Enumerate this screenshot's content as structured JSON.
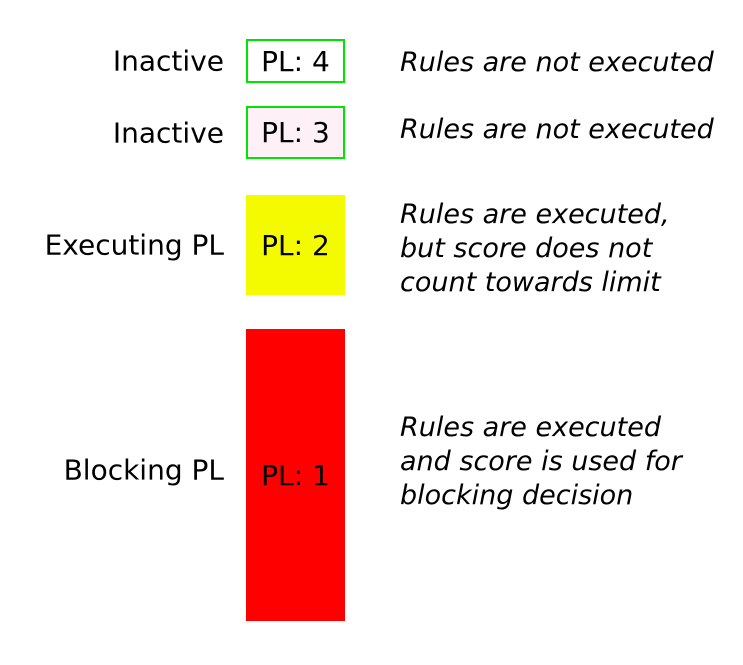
{
  "colors": {
    "background": "#ffffff",
    "text": "#000000",
    "inactive_border_green": "#00e400",
    "pl4_fill": "#ffffff",
    "pl3_fill": "#fdf0f6",
    "executing_yellow": "#f4fb00",
    "blocking_red": "#fe0000"
  },
  "rows": [
    {
      "label": "Inactive",
      "box": {
        "text": "PL: 4",
        "fill": "#ffffff",
        "border": "#00e400"
      },
      "description": "Rules are not executed"
    },
    {
      "label": "Inactive",
      "box": {
        "text": "PL: 3",
        "fill": "#fdf0f6",
        "border": "#00e400"
      },
      "description": "Rules are not executed"
    },
    {
      "label": "Executing PL",
      "box": {
        "text": "PL: 2",
        "fill": "#f4fb00",
        "border": "#f4fb00"
      },
      "description": "Rules are executed,\nbut score does not\ncount towards limit"
    },
    {
      "label": "Blocking PL",
      "box": {
        "text": "PL: 1",
        "fill": "#fe0000",
        "border": "#fe0000"
      },
      "description": "Rules are executed\nand score is used for\nblocking decision"
    }
  ]
}
